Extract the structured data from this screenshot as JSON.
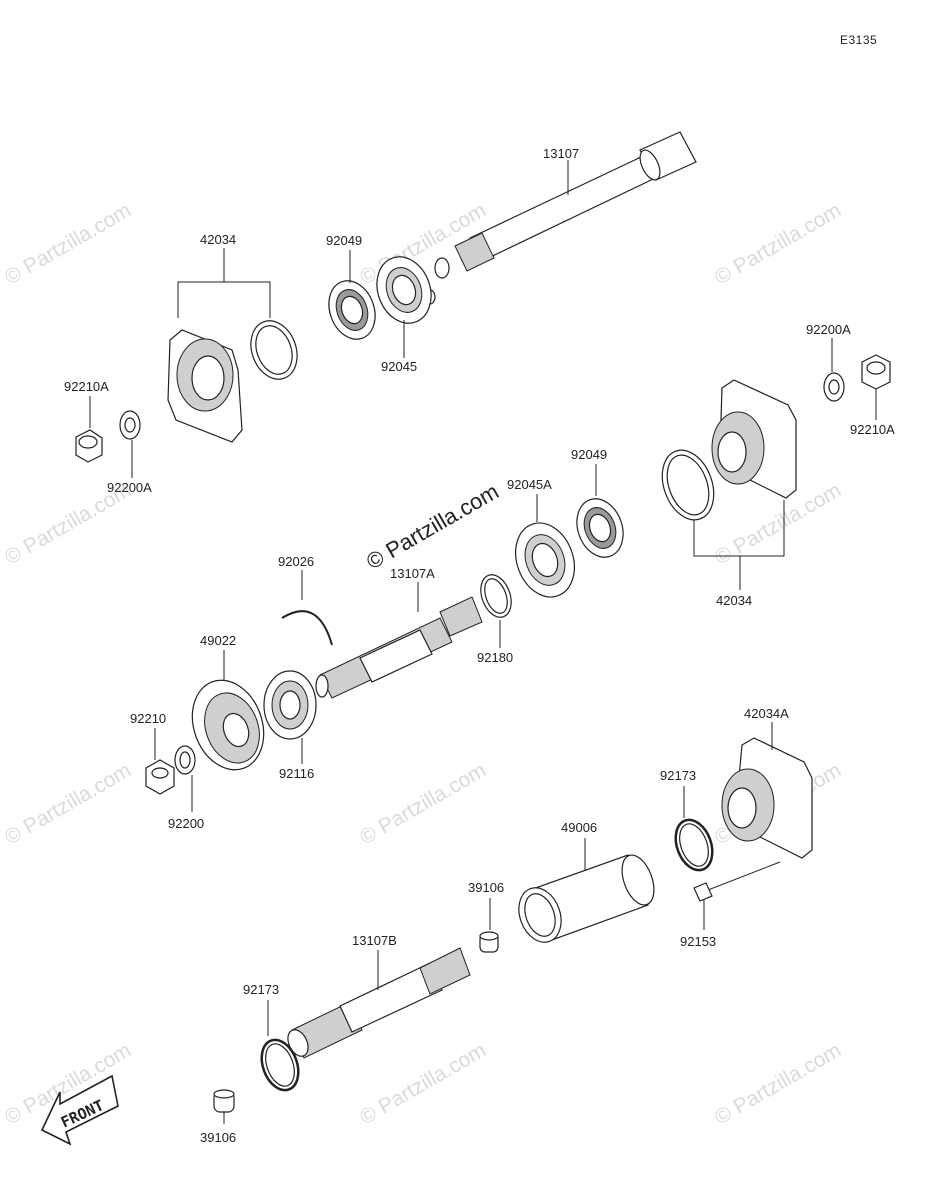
{
  "diagram_ref": "E3135",
  "watermark": "© Partzilla.com",
  "watermark_main": "© Partzilla.com",
  "front_label": "FRONT",
  "parts": [
    {
      "id": "p13107",
      "label": "13107"
    },
    {
      "id": "p42034a",
      "label": "42034"
    },
    {
      "id": "p92049a",
      "label": "92049"
    },
    {
      "id": "p92045",
      "label": "92045"
    },
    {
      "id": "p92210Aa",
      "label": "92210A"
    },
    {
      "id": "p92200Aa",
      "label": "92200A"
    },
    {
      "id": "p92200Ab",
      "label": "92200A"
    },
    {
      "id": "p92210Ab",
      "label": "92210A"
    },
    {
      "id": "p92049b",
      "label": "92049"
    },
    {
      "id": "p92045A",
      "label": "92045A"
    },
    {
      "id": "p42034b",
      "label": "42034"
    },
    {
      "id": "p92026",
      "label": "92026"
    },
    {
      "id": "p13107A",
      "label": "13107A"
    },
    {
      "id": "p92180",
      "label": "92180"
    },
    {
      "id": "p49022",
      "label": "49022"
    },
    {
      "id": "p92210",
      "label": "92210"
    },
    {
      "id": "p92116",
      "label": "92116"
    },
    {
      "id": "p92200",
      "label": "92200"
    },
    {
      "id": "p42034A",
      "label": "42034A"
    },
    {
      "id": "p92173a",
      "label": "92173"
    },
    {
      "id": "p49006",
      "label": "49006"
    },
    {
      "id": "p39106a",
      "label": "39106"
    },
    {
      "id": "p92153",
      "label": "92153"
    },
    {
      "id": "p13107B",
      "label": "13107B"
    },
    {
      "id": "p92173b",
      "label": "92173"
    },
    {
      "id": "p39106b",
      "label": "39106"
    }
  ]
}
